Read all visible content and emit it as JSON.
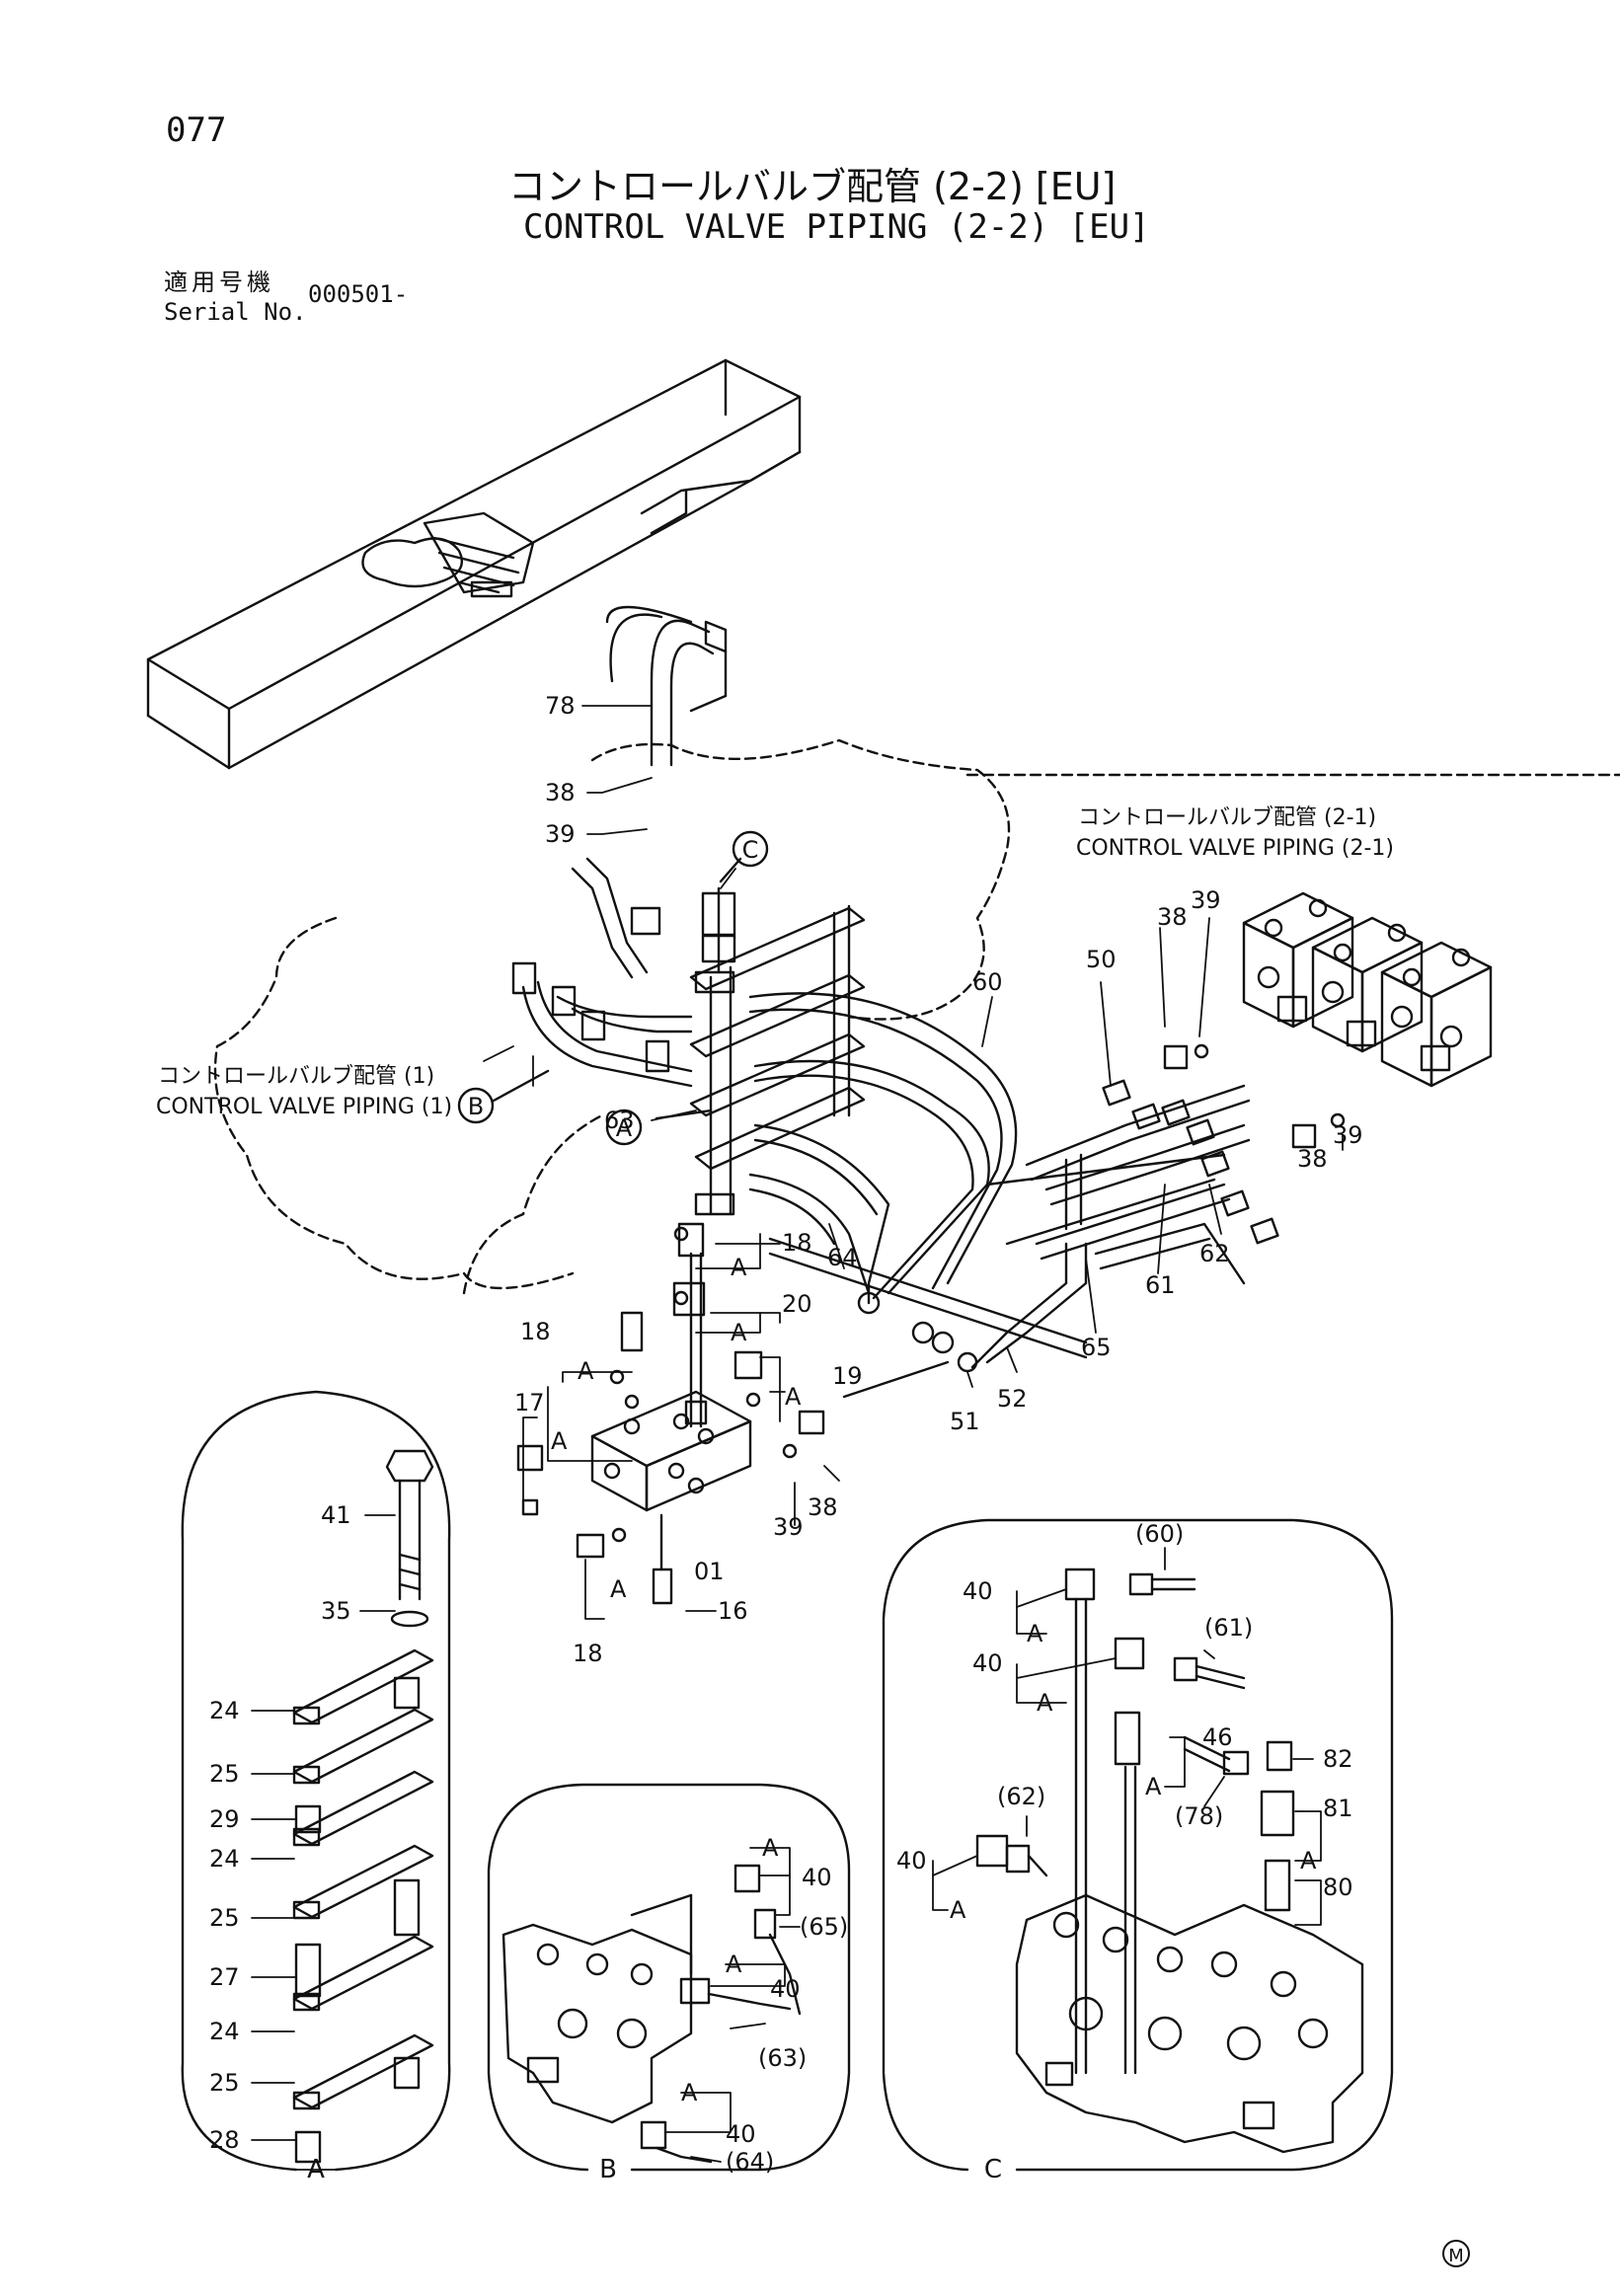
{
  "page": {
    "number": "077",
    "title_jp": "コントロールバルブ配管 (2-2) [EU]",
    "title_en": "CONTROL VALVE PIPING (2-2) [EU]",
    "serial_label_jp": "適用号機",
    "serial_label_en": "Serial No.",
    "serial_value": "000501-",
    "mark": "M"
  },
  "references": [
    {
      "jp": "コントロールバルブ配管 (2-1)",
      "en": "CONTROL VALVE PIPING (2-1)"
    },
    {
      "jp": "コントロールバルブ配管 (1)",
      "en": "CONTROL VALVE PIPING (1)"
    }
  ],
  "view_markers": [
    "A",
    "B",
    "C"
  ],
  "callouts": {
    "main": [
      "78",
      "38",
      "39",
      "63",
      "60",
      "50",
      "38",
      "39",
      "38",
      "39",
      "18",
      "A",
      "20",
      "A",
      "18",
      "A",
      "64",
      "61",
      "62",
      "65",
      "19",
      "A",
      "17",
      "A",
      "51",
      "52",
      "39",
      "38",
      "01",
      "A",
      "16",
      "18"
    ],
    "detail_a": [
      "41",
      "35",
      "24",
      "25",
      "29",
      "24",
      "25",
      "27",
      "24",
      "25",
      "28"
    ],
    "detail_b": [
      "A",
      "40",
      "(65)",
      "A",
      "40",
      "(63)",
      "A",
      "40",
      "(64)"
    ],
    "detail_c": [
      "(60)",
      "40",
      "A",
      "(61)",
      "40",
      "A",
      "46",
      "A",
      "(78)",
      "82",
      "81",
      "A",
      "80",
      "(62)",
      "40",
      "A"
    ]
  }
}
